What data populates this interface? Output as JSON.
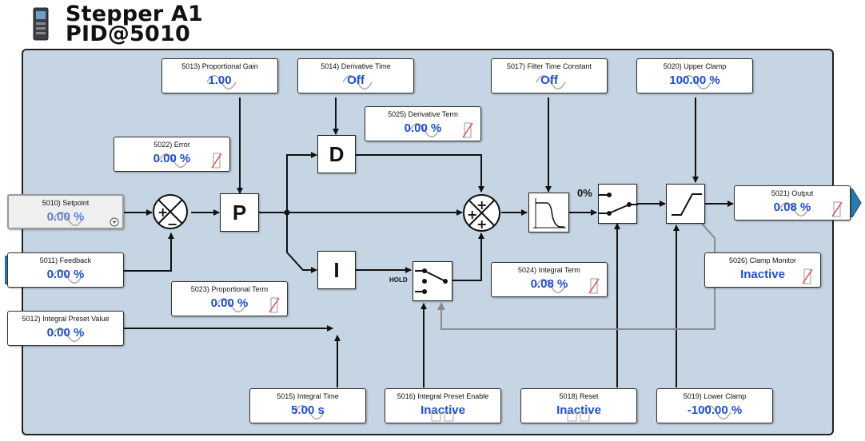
{
  "header": {
    "title_line1": "Stepper A1",
    "title_line2": "PID@5010"
  },
  "params": {
    "p5013": {
      "label": "5013) Proportional Gain",
      "value": "1.00"
    },
    "p5014": {
      "label": "5014) Derivative Time",
      "value": "Off"
    },
    "p5017": {
      "label": "5017) Filter Time Constant",
      "value": "Off"
    },
    "p5020": {
      "label": "5020) Upper Clamp",
      "value": "100.00 %"
    },
    "p5025": {
      "label": "5025) Derivative Term",
      "value": "0.00 %"
    },
    "p5022": {
      "label": "5022) Error",
      "value": "0.00 %"
    },
    "p5010": {
      "label": "5010) Setpoint",
      "value": "0.00 %"
    },
    "p5021": {
      "label": "5021) Output",
      "value": "0.08 %"
    },
    "p5011": {
      "label": "5011) Feedback",
      "value": "0.00 %"
    },
    "p5026": {
      "label": "5026) Clamp Monitor",
      "value": "Inactive"
    },
    "p5024": {
      "label": "5024) Integral Term",
      "value": "0.08 %"
    },
    "p5023": {
      "label": "5023) Proportional Term",
      "value": "0.00 %"
    },
    "p5012": {
      "label": "5012) Integral Preset Value",
      "value": "0.00 %"
    },
    "p5015": {
      "label": "5015) Integral Time",
      "value": "5.00 s"
    },
    "p5016": {
      "label": "5016) Integral Preset Enable",
      "value": "Inactive"
    },
    "p5018": {
      "label": "5018) Reset",
      "value": "Inactive"
    },
    "p5019": {
      "label": "5019) Lower Clamp",
      "value": "-100.00 %"
    }
  },
  "blocks": {
    "p": "P",
    "d": "D",
    "i": "I"
  },
  "labels": {
    "zero_percent": "0%",
    "hold": "HOLD"
  },
  "colors": {
    "panel": "#c6d5e3",
    "value_text": "#1f4fc8",
    "connector_tab": "#2a7bb0"
  }
}
